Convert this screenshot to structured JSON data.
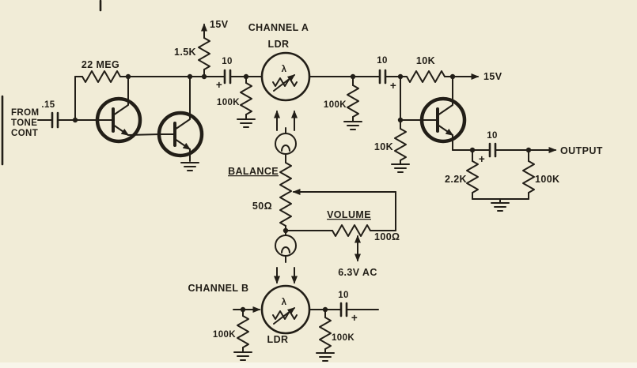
{
  "page": {
    "background": "#f1ecd7",
    "ink": "#221e17",
    "edge": "#f8f5ea"
  },
  "schematic": {
    "input": {
      "caption": [
        "FROM",
        "TONE",
        "CONT"
      ],
      "coupling_cap": ".15"
    },
    "preamp": {
      "feedback_resistor": "22 MEG",
      "supply": "15V",
      "load_resistor": "1.5K"
    },
    "channel_a": {
      "title": "CHANNEL A",
      "ldr_label": "LDR",
      "photo_symbol": "λ",
      "input_cap": "10",
      "shunt_resistor": "100K",
      "load_resistor": "100K",
      "output_cap": "10"
    },
    "output_stage": {
      "collector_resistor": "10K",
      "supply": "15V",
      "base_resistor": "10K",
      "output_cap": "10",
      "output_label": "OUTPUT",
      "emitter_resistor": "2.2K",
      "load_resistor": "100K"
    },
    "modulator": {
      "balance_label": "BALANCE",
      "balance_value": "50Ω",
      "volume_label": "VOLUME",
      "volume_value": "100Ω",
      "ac_supply": "6.3V AC"
    },
    "channel_b": {
      "title": "CHANNEL B",
      "ldr_label": "LDR",
      "photo_symbol": "λ",
      "shunt_resistor_in": "100K",
      "output_cap": "10",
      "shunt_resistor_out": "100K"
    },
    "polarity": "+"
  }
}
